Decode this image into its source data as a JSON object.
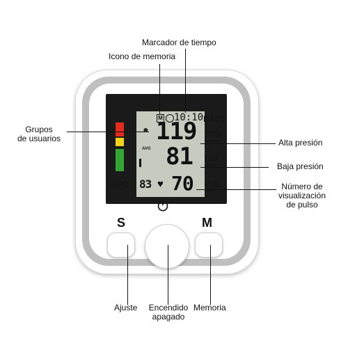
{
  "callouts": {
    "time_marker": "Marcador de tiempo",
    "memory_icon": "Icono de memoria",
    "user_groups_line1": "Grupos",
    "user_groups_line2": "de usuarios",
    "high_pressure": "Alta presión",
    "low_pressure": "Baja presión",
    "pulse_line1": "Número de",
    "pulse_line2": "visualización",
    "pulse_line3": "de pulso",
    "adjust": "Ajuste",
    "power_line1": "Encendido",
    "power_line2": "apagado",
    "memory": "Memoria"
  },
  "display": {
    "memory_symbol": "M",
    "time": "10:10",
    "systolic": "119",
    "diastolic": "81",
    "pulse": "70",
    "memory_number": "83",
    "avg": "AVG",
    "unit_mmhg": "mmHg",
    "unit_min": "/MIN",
    "date_label": "DATE",
    "sys_label": "SYS",
    "dia_label": "DIA",
    "pul_label": "PUL",
    "who_label": "WHO"
  },
  "buttons": {
    "set": "S",
    "memory": "M"
  },
  "colors": {
    "who_red": "#e32a1f",
    "who_yellow": "#f3d21a",
    "who_green": "#34a534",
    "lcd_bg": "#c7cbbf"
  }
}
